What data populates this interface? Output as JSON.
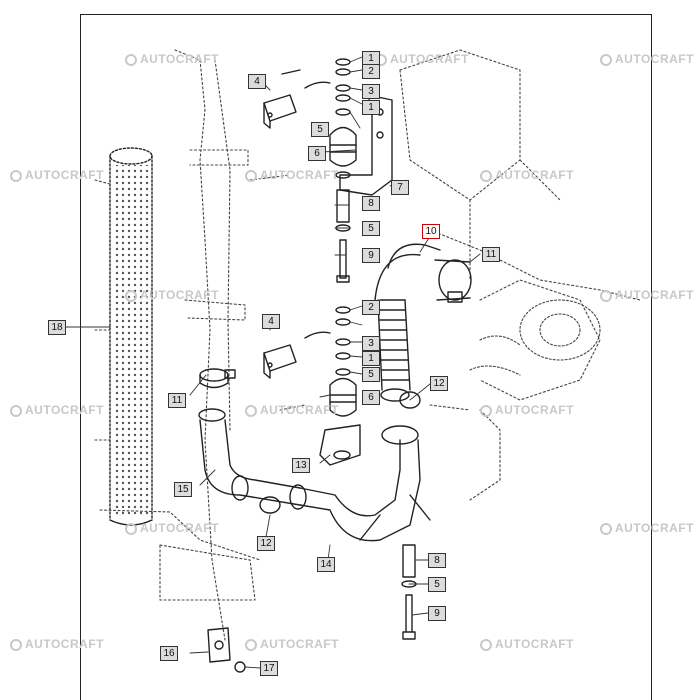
{
  "watermark": {
    "text": "AUTOCRAFT"
  },
  "callouts": {
    "c1a": "1",
    "c2a": "2",
    "c3a": "3",
    "c1b": "1",
    "c4a": "4",
    "c5a": "5",
    "c6a": "6",
    "c7": "7",
    "c8a": "8",
    "c5b": "5",
    "c9a": "9",
    "c10": "10",
    "c11a": "11",
    "c18": "18",
    "c4b": "4",
    "c2b": "2",
    "c3b": "3",
    "c1c": "1",
    "c5c": "5",
    "c11b": "11",
    "c6b": "6",
    "c12a": "12",
    "c13": "13",
    "c15": "15",
    "c12b": "12",
    "c14": "14",
    "c8b": "8",
    "c5d": "5",
    "c9b": "9",
    "c16": "16",
    "c17": "17"
  },
  "colors": {
    "line": "#222222",
    "dotted": "#444444",
    "callout_bg": "#dcdcdc",
    "highlight": "#cc0000",
    "watermark": "#c8c8c8"
  }
}
